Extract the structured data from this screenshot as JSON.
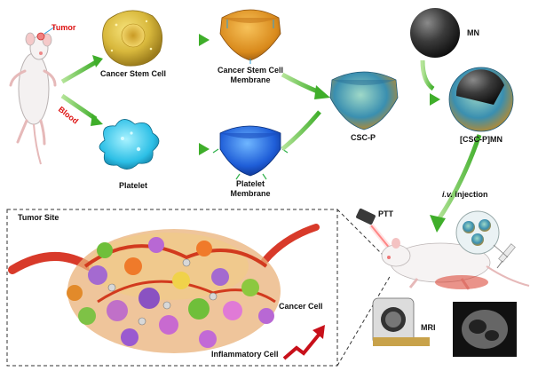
{
  "labels": {
    "tumor": "Tumor",
    "blood": "Blood",
    "cancer_stem_cell": "Cancer Stem Cell",
    "csc_membrane_line1": "Cancer Stem Cell",
    "csc_membrane_line2": "Membrane",
    "platelet": "Platelet",
    "platelet_membrane_line1": "Platelet",
    "platelet_membrane_line2": "Membrane",
    "csc_p": "CSC-P",
    "mn": "MN",
    "csc_p_mn": "[CSC-P]MN",
    "iv_abbrev": "i.v.",
    "injection": "injection",
    "ptt": "PTT",
    "tumor_site": "Tumor Site",
    "cancer_cell": "Cancer Cell",
    "inflammatory_cell": "Inflammatory Cell",
    "mri": "MRI"
  },
  "colors": {
    "arrow": "#3fae2a",
    "label_red": "#dd1111",
    "cancer_stem_cell": "#d8b83c",
    "csc_membrane": "#d98a1c",
    "platelet": "#2cbfe6",
    "platelet_membrane": "#1f5ed8",
    "mn": "#3b3b3b",
    "inflammation_arrow": "#c8101a"
  }
}
